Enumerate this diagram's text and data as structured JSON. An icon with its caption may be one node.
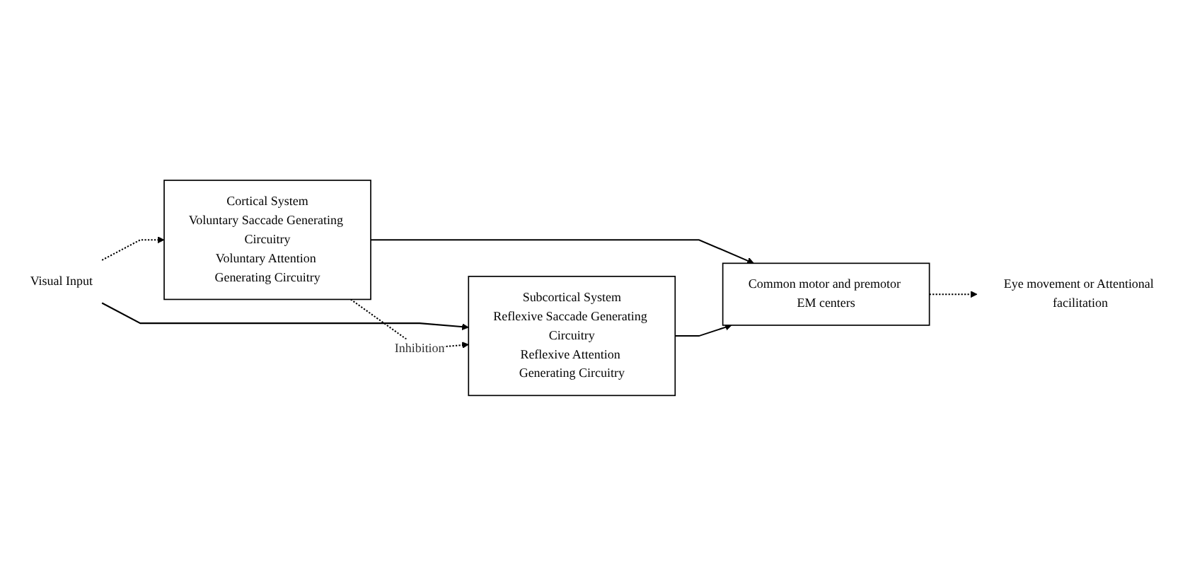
{
  "diagram": {
    "nodes": [
      {
        "text": [
          "Visual Input"
        ]
      },
      {
        "text": [
          "Cortical System",
          "Voluntary Saccade Generating Circuitry",
          "Voluntary Attention Generating Circuitry"
        ]
      },
      {
        "text": [
          "Subcortical System",
          "Reflexive Saccade Generating Circuitry",
          "Reflexive Attention Generating Circuitry"
        ]
      },
      {
        "text": [
          "Common motor and premotor EM centers"
        ]
      },
      {
        "text": [
          "Eye movement or Attentional facilitation"
        ]
      }
    ],
    "edges": [
      {
        "from": 0,
        "to": 1,
        "arrow": "to",
        "style": "dashed"
      },
      {
        "from": 0,
        "to": 2,
        "arrow": "to"
      },
      {
        "from": 1,
        "to": 2,
        "arrow": "to",
        "label": "Inhibition",
        "style": "dashed"
      },
      {
        "from": 1,
        "to": 3,
        "arrow": "to"
      },
      {
        "from": 2,
        "to": 3,
        "arrow": "to"
      },
      {
        "from": 3,
        "to": 4,
        "arrow": "to",
        "style": "dashed"
      }
    ]
  }
}
